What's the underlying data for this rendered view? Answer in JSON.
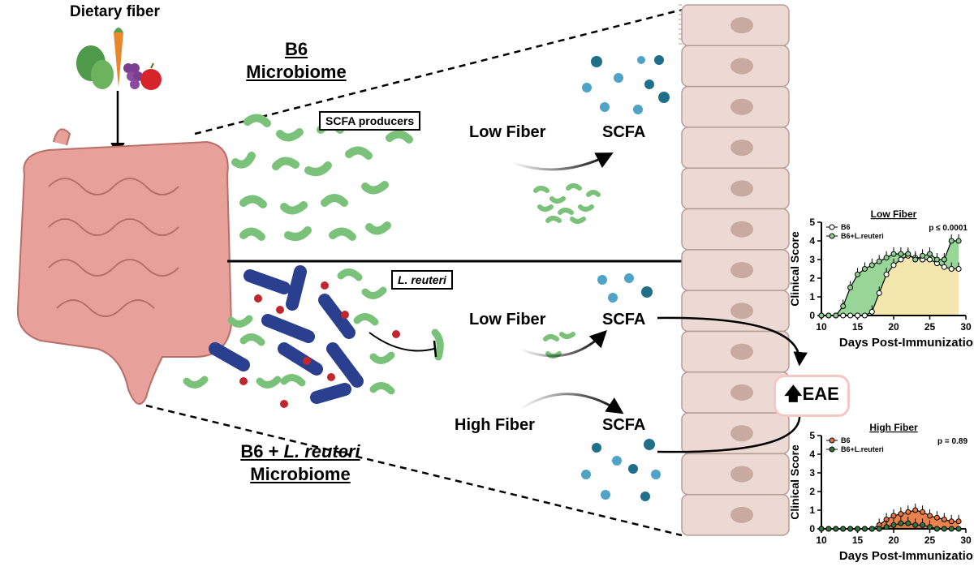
{
  "labels": {
    "dietary_fiber": "Dietary fiber",
    "b6_title_line1": "B6",
    "b6_title_line2": "Microbiome",
    "reuteri_title_prefix": "B6 + ",
    "reuteri_title_species": "L. reuteri",
    "reuteri_title_line2": "Microbiome",
    "scfa_producers": "SCFA producers",
    "l_reuteri": "L. reuteri",
    "low_fiber_top": "Low Fiber",
    "low_fiber_mid": "Low Fiber",
    "high_fiber": "High Fiber",
    "scfa_top": "SCFA",
    "scfa_mid": "SCFA",
    "scfa_bottom": "SCFA",
    "eae": "EAE"
  },
  "colors": {
    "gut": "#e7a19a",
    "gut_outline": "#b86f6a",
    "bacteria_green": "#7ac27a",
    "bacteria_blue": "#2b3f8f",
    "scfa_dark": "#1f6f8b",
    "scfa_light": "#4fa3c7",
    "epithelium": "#ecd9d3",
    "nucleus": "#c9aaa0",
    "b6_series": "#ffffff",
    "reuteri_low_fill": "#8cd18c",
    "b6_low_fill": "#fde9b0",
    "b6_high": "#e8743b",
    "reuteri_high": "#2f7a3a"
  },
  "chart_data": [
    {
      "type": "line",
      "title": "Low Fiber",
      "xlabel": "Days Post-Immunization",
      "ylabel": "Clinical Score",
      "xlim": [
        10,
        30
      ],
      "ylim": [
        0,
        5
      ],
      "xticks": [
        10,
        15,
        20,
        25,
        30
      ],
      "yticks": [
        0,
        1,
        2,
        3,
        4,
        5
      ],
      "annotation": "p ≤ 0.0001",
      "legend_position": "top-left",
      "series": [
        {
          "name": "B6",
          "x": [
            10,
            11,
            12,
            13,
            14,
            15,
            16,
            17,
            18,
            19,
            20,
            21,
            22,
            23,
            24,
            25,
            26,
            27,
            28,
            29
          ],
          "y": [
            0,
            0,
            0,
            0,
            0,
            0,
            0,
            0.2,
            1.2,
            2.2,
            2.7,
            3.0,
            3.2,
            3.1,
            3.0,
            3.0,
            2.8,
            2.6,
            2.5,
            2.5
          ]
        },
        {
          "name": "B6+L.reuteri",
          "x": [
            10,
            11,
            12,
            13,
            14,
            15,
            16,
            17,
            18,
            19,
            20,
            21,
            22,
            23,
            24,
            25,
            26,
            27,
            28,
            29
          ],
          "y": [
            0,
            0,
            0,
            0.5,
            1.5,
            2.2,
            2.5,
            2.7,
            2.9,
            3.1,
            3.3,
            3.3,
            3.3,
            3.0,
            3.2,
            3.3,
            3.0,
            3.0,
            4.0,
            4.0
          ]
        }
      ]
    },
    {
      "type": "line",
      "title": "High Fiber",
      "xlabel": "Days Post-Immunization",
      "ylabel": "Clinical Score",
      "xlim": [
        10,
        30
      ],
      "ylim": [
        0,
        5
      ],
      "xticks": [
        10,
        15,
        20,
        25,
        30
      ],
      "yticks": [
        0,
        1,
        2,
        3,
        4,
        5
      ],
      "annotation": "p = 0.89",
      "legend_position": "top-left",
      "series": [
        {
          "name": "B6",
          "x": [
            10,
            11,
            12,
            13,
            14,
            15,
            16,
            17,
            18,
            19,
            20,
            21,
            22,
            23,
            24,
            25,
            26,
            27,
            28,
            29
          ],
          "y": [
            0,
            0,
            0,
            0,
            0,
            0,
            0,
            0,
            0.2,
            0.5,
            0.7,
            0.8,
            0.9,
            1.0,
            0.9,
            0.7,
            0.6,
            0.5,
            0.4,
            0.4
          ]
        },
        {
          "name": "B6+L.reuteri",
          "x": [
            10,
            11,
            12,
            13,
            14,
            15,
            16,
            17,
            18,
            19,
            20,
            21,
            22,
            23,
            24,
            25,
            26,
            27,
            28,
            29
          ],
          "y": [
            0,
            0,
            0,
            0,
            0,
            0,
            0,
            0,
            0,
            0.1,
            0.2,
            0.3,
            0.3,
            0.2,
            0.2,
            0.1,
            0,
            0,
            0,
            0
          ]
        }
      ]
    }
  ]
}
